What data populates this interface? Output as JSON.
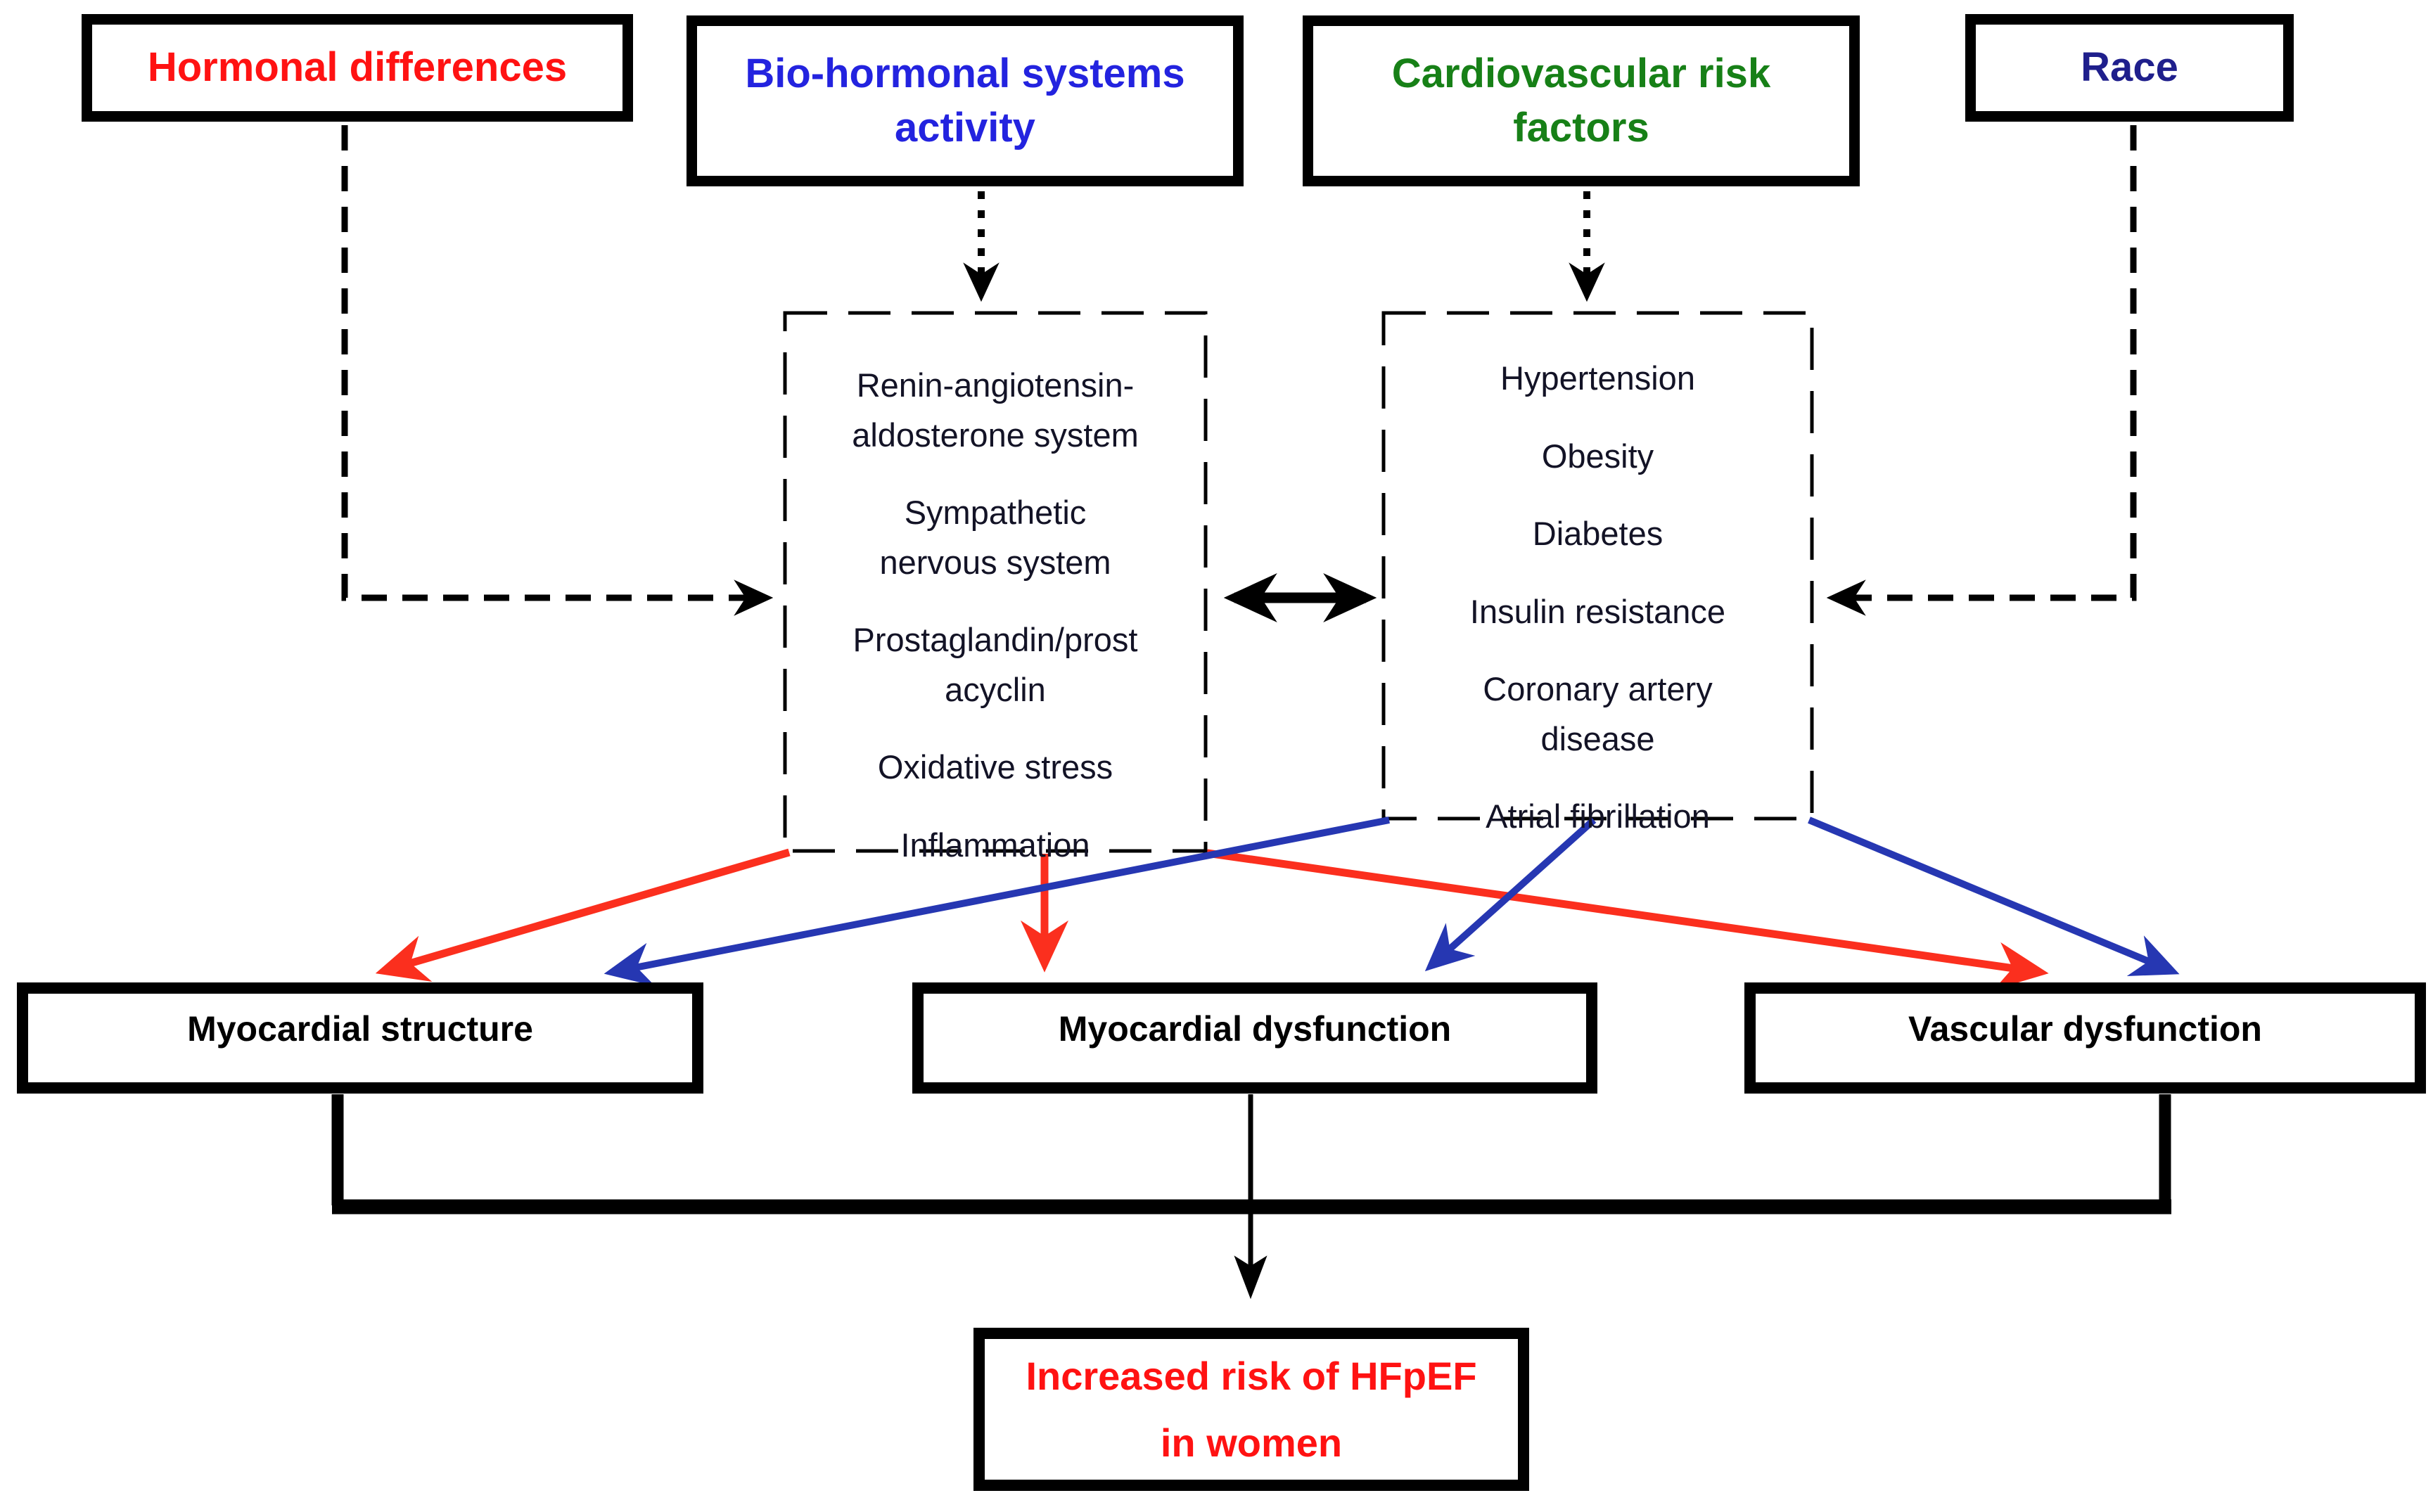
{
  "nodes": {
    "hormonal": {
      "label": "Hormonal differences",
      "text_color": "#ff1212"
    },
    "bio_activity": {
      "label": "Bio-hormonal systems\nactivity",
      "text_color": "#2323df"
    },
    "cv_labels": {
      "label": "Cardiovascular risk\nfactors",
      "text_color": "#178017"
    },
    "race": {
      "label": "Race",
      "text_color": "#1f1f8c"
    },
    "bio_systems": {
      "items": {
        "0": "Renin-angiotensin-\naldosterone system",
        "1": "Sympathetic\nnervous system",
        "2": "Prostaglandin/prost\nacyclin",
        "3": "Oxidative stress",
        "4": "Inflammation"
      }
    },
    "risk_factors": {
      "items": {
        "0": "Hypertension",
        "1": "Obesity",
        "2": "Diabetes",
        "3": "Insulin resistance",
        "4": "Coronary artery\ndisease",
        "5": "Atrial fibrillation"
      }
    },
    "myocardial_structure": {
      "label": "Myocardial structure"
    },
    "myocardial_dysfunction": {
      "label": "Myocardial dysfunction"
    },
    "vascular_dysfunction": {
      "label": "Vascular dysfunction"
    },
    "outcome": {
      "label": "Increased risk of HFpEF\nin women",
      "text_color": "#ff1212"
    }
  },
  "edges": [
    {
      "from": "hormonal",
      "to": "bio_systems",
      "style": "dashed",
      "color": "#000000"
    },
    {
      "from": "bio_activity",
      "to": "bio_systems",
      "style": "dotted",
      "color": "#000000"
    },
    {
      "from": "cv_labels",
      "to": "risk_factors",
      "style": "dotted",
      "color": "#000000"
    },
    {
      "from": "race",
      "to": "risk_factors",
      "style": "dashed",
      "color": "#000000"
    },
    {
      "from": "bio_systems",
      "to": "risk_factors",
      "style": "double-headed",
      "color": "#000000"
    },
    {
      "from": "bio_systems",
      "to": "myocardial_structure",
      "style": "solid",
      "color": "#fb2f1e"
    },
    {
      "from": "bio_systems",
      "to": "myocardial_dysfunction",
      "style": "solid",
      "color": "#fb2f1e"
    },
    {
      "from": "bio_systems",
      "to": "vascular_dysfunction",
      "style": "solid",
      "color": "#fb2f1e"
    },
    {
      "from": "risk_factors",
      "to": "myocardial_structure",
      "style": "solid",
      "color": "#2637b2"
    },
    {
      "from": "risk_factors",
      "to": "myocardial_dysfunction",
      "style": "solid",
      "color": "#2637b2"
    },
    {
      "from": "risk_factors",
      "to": "vascular_dysfunction",
      "style": "solid",
      "color": "#2637b2"
    },
    {
      "from": "myocardial_structure, myocardial_dysfunction, vascular_dysfunction",
      "to": "outcome",
      "style": "solid",
      "color": "#000000"
    }
  ]
}
